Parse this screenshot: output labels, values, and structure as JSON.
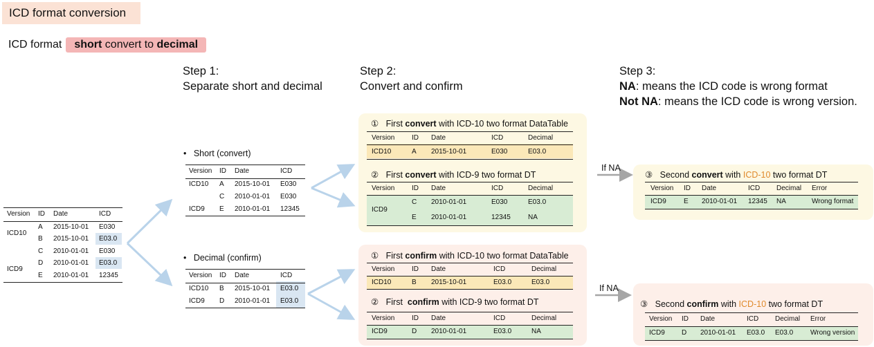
{
  "title": "ICD format conversion",
  "subtitle": {
    "prefix": "ICD format",
    "pill_b1": "short",
    "pill_mid": " convert to ",
    "pill_b2": "decimal"
  },
  "step1": {
    "line1": "Step 1:",
    "line2": "Separate short and decimal"
  },
  "step2": {
    "line1": "Step 2:",
    "line2": "Convert and confirm"
  },
  "step3": {
    "line1": "Step 3:",
    "na_key": "NA",
    "na_text": ": means the ICD code is wrong format",
    "notna_key": "Not NA",
    "notna_text": ": means the ICD code is wrong version."
  },
  "bullets": {
    "short": "Short (convert)",
    "decimal": "Decimal (confirm)",
    "bullet_char": "•"
  },
  "arrow_labels": {
    "if_na_top": "If NA",
    "if_na_bottom": "If NA"
  },
  "colors": {
    "title_bg": "#fbe2d5",
    "pill_bg": "#f4b6b6",
    "yellow_panel": "#fdf8e3",
    "pink_panel": "#fdefe9",
    "yellow_row": "#fbe8b8",
    "green_row": "#d8ecd4",
    "blue_cell": "#d9e6f2",
    "arrow_blue": "#b9d3ea",
    "arrow_grey": "#a6a6a6",
    "orange_text": "#e08a2c"
  },
  "captions": {
    "conv10": {
      "num": "①",
      "pre": "First ",
      "bold": "convert",
      "post": " with ICD-10 two format DataTable"
    },
    "conv9": {
      "num": "②",
      "pre": "First ",
      "bold": "convert",
      "post": " with ICD-9 two format DT"
    },
    "conf10": {
      "num": "①",
      "pre": "First ",
      "bold": "confirm",
      "post": " with ICD-10 two format DataTable"
    },
    "conf9": {
      "num": "②",
      "pre": "First  ",
      "bold": "confirm",
      "post": " with ICD-9 two format DT"
    },
    "second_convert": {
      "num": "③",
      "pre": "Second ",
      "bold": "convert",
      "post": " with ",
      "orange": "ICD-10",
      "post2": " two format DT"
    },
    "second_confirm": {
      "num": "③",
      "pre": "Second ",
      "bold": "confirm",
      "post": " with ",
      "orange": "ICD-10",
      "post2": " two format DT"
    }
  },
  "tables": {
    "input": {
      "headers": [
        "Version",
        "ID",
        "Date",
        "ICD"
      ],
      "rows": [
        [
          "ICD10",
          "A",
          "2015-10-01",
          "E030"
        ],
        [
          "",
          "B",
          "2015-10-01",
          "E03.0"
        ],
        [
          "",
          "C",
          "2010-01-01",
          "E030"
        ],
        [
          "ICD9",
          "D",
          "2010-01-01",
          "E03.0"
        ],
        [
          "",
          "E",
          "2010-01-01",
          "12345"
        ]
      ]
    },
    "short": {
      "headers": [
        "Version",
        "ID",
        "Date",
        "ICD"
      ],
      "rows": [
        [
          "ICD10",
          "A",
          "2015-10-01",
          "E030"
        ],
        [
          "",
          "C",
          "2010-01-01",
          "E030"
        ],
        [
          "ICD9",
          "E",
          "2010-01-01",
          "12345"
        ]
      ]
    },
    "decimal": {
      "headers": [
        "Version",
        "ID",
        "Date",
        "ICD"
      ],
      "rows": [
        [
          "ICD10",
          "B",
          "2015-10-01",
          "E03.0"
        ],
        [
          "ICD9",
          "D",
          "2010-01-01",
          "E03.0"
        ]
      ]
    },
    "conv10": {
      "headers": [
        "Version",
        "ID",
        "Date",
        "ICD",
        "Decimal"
      ],
      "rows": [
        [
          "ICD10",
          "A",
          "2015-10-01",
          "E030",
          "E03.0"
        ]
      ]
    },
    "conv9": {
      "headers": [
        "Version",
        "ID",
        "Date",
        "ICD",
        "Decimal"
      ],
      "rows": [
        [
          "ICD9",
          "C",
          "2010-01-01",
          "E030",
          "E03.0"
        ],
        [
          "",
          "E",
          "2010-01-01",
          "12345",
          "NA"
        ]
      ]
    },
    "conf10": {
      "headers": [
        "Version",
        "ID",
        "Date",
        "ICD",
        "Decimal"
      ],
      "rows": [
        [
          "ICD10",
          "B",
          "2015-10-01",
          "E03.0",
          "E03.0"
        ]
      ]
    },
    "conf9": {
      "headers": [
        "Version",
        "ID",
        "Date",
        "ICD",
        "Decimal"
      ],
      "rows": [
        [
          "ICD9",
          "D",
          "2010-01-01",
          "E03.0",
          "NA"
        ]
      ]
    },
    "second_convert": {
      "headers": [
        "Version",
        "ID",
        "Date",
        "ICD",
        "Decimal",
        "Error"
      ],
      "rows": [
        [
          "ICD9",
          "E",
          "2010-01-01",
          "12345",
          "NA",
          "Wrong format"
        ]
      ]
    },
    "second_confirm": {
      "headers": [
        "Version",
        "ID",
        "Date",
        "ICD",
        "Decimal",
        "Error"
      ],
      "rows": [
        [
          "ICD9",
          "D",
          "2010-01-01",
          "E03.0",
          "E03.0",
          "Wrong version"
        ]
      ]
    }
  }
}
